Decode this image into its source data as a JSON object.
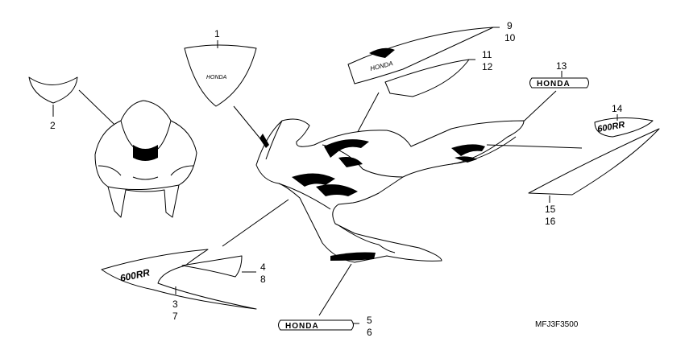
{
  "callouts": {
    "c1": "1",
    "c2": "2",
    "c3": "3",
    "c7": "7",
    "c4": "4",
    "c8": "8",
    "c5": "5",
    "c6": "6",
    "c9": "9",
    "c10": "10",
    "c11": "11",
    "c12": "12",
    "c13": "13",
    "c14": "14",
    "c15": "15",
    "c16": "16"
  },
  "decals": {
    "upper_honda": "HONDA",
    "tank_honda": "HONDA",
    "badge_honda": "HONDA",
    "lower_honda": "HONDA",
    "side_logo": "600RR",
    "tail_logo": "600RR"
  },
  "diagram_code": "MFJ3F3500"
}
